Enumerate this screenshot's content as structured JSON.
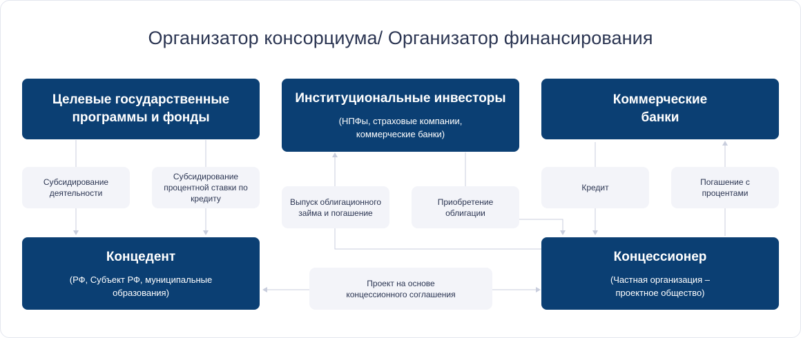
{
  "title": "Организатор консорциума/ Организатор финансирования",
  "boxes": {
    "gov": {
      "title": "Целевые государственные программы и фонды"
    },
    "inst": {
      "title": "Институциональные инвесторы",
      "subtitle": "(НПФы, страховые компании, коммерческие банки)"
    },
    "banks": {
      "title": "Коммерческие банки"
    },
    "grantor": {
      "title": "Концедент",
      "subtitle": "(РФ, Субъект РФ, муниципальные образования)"
    },
    "concessionaire": {
      "title": "Концессионер",
      "subtitle": "(Частная организация – проектное общество)"
    }
  },
  "labels": {
    "subsidy_activity": "Субсидирование деятельности",
    "subsidy_rate": "Субсидирование процентной ставки по кредиту",
    "bond_issue": "Выпуск облигационного займа и погашение",
    "bond_purchase": "Приобретение облигации",
    "credit": "Кредит",
    "repayment": "Погашение с процентами",
    "project": "Проект на основе концессионного соглашения"
  },
  "colors": {
    "box": "#0b3f73",
    "label_bg": "#f3f4f9",
    "connector": "#c9cedd",
    "text": "#2b3552"
  }
}
